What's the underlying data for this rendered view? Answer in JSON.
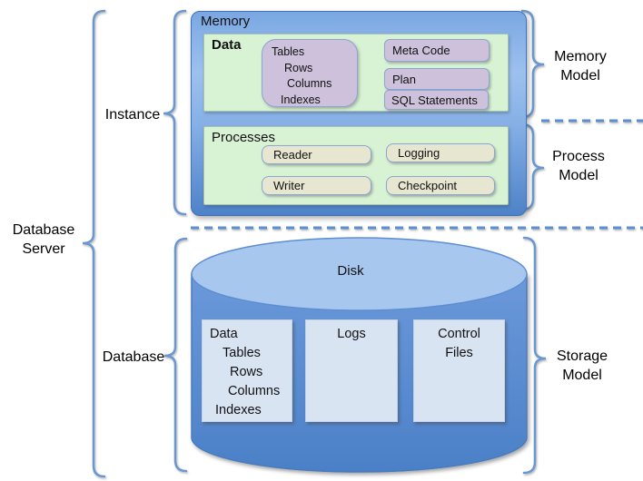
{
  "braces": {
    "database_server": {
      "label_lines": [
        "Database",
        "Server"
      ]
    },
    "instance": {
      "label": "Instance"
    },
    "database": {
      "label": "Database"
    },
    "memory_model": {
      "label_lines": [
        "Memory",
        "Model"
      ]
    },
    "process_model": {
      "label_lines": [
        "Process",
        "Model"
      ]
    },
    "storage_model": {
      "label_lines": [
        "Storage",
        "Model"
      ]
    }
  },
  "memory": {
    "title": "Memory",
    "data_section": {
      "title": "Data",
      "structures_box": {
        "lines": [
          "Tables",
          "Rows",
          "Columns",
          "Indexes"
        ]
      },
      "items": [
        "Meta Code",
        "Plan",
        "SQL Statements"
      ]
    },
    "process_section": {
      "title": "Processes",
      "items": [
        "Reader",
        "Logging",
        "Writer",
        "Checkpoint"
      ]
    }
  },
  "storage": {
    "disk_label": "Disk",
    "data_files_box": {
      "lines": [
        "Data",
        "Tables",
        "Rows",
        "Columns",
        "Indexes"
      ]
    },
    "logs_box": {
      "label": "Logs"
    },
    "control_files_box": {
      "label_lines": [
        "Control",
        "Files"
      ]
    }
  },
  "colors": {
    "container_blue_top": "#7aa7e2",
    "container_blue_bottom": "#4e82c8",
    "section_green": "#d8f2d4",
    "memory_structure_purple": "#cdc1dc",
    "process_tan": "#e7e6d0",
    "storage_lightblue": "#d9e4f3",
    "brace_blue": "#6a97cf",
    "dashed_line_blue": "#5b8fd2"
  }
}
